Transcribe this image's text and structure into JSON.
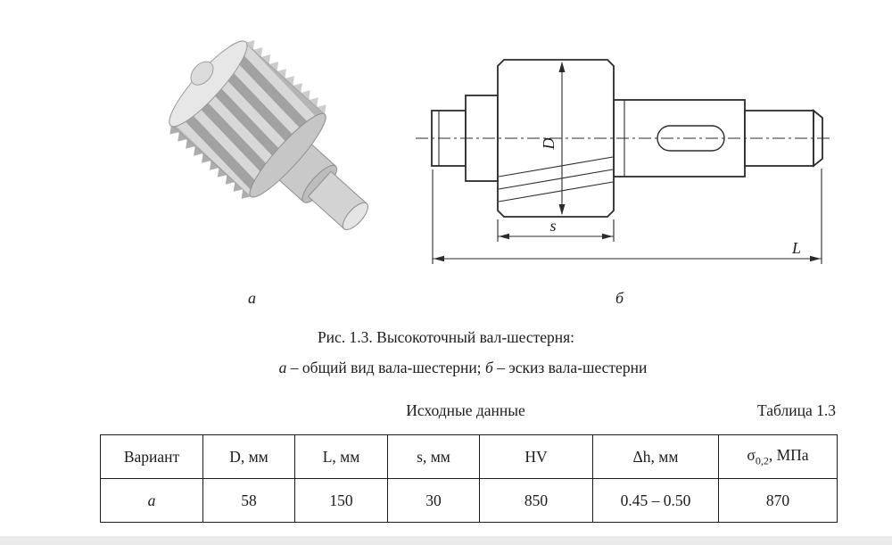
{
  "figure": {
    "label_a": "а",
    "label_b": "б",
    "dims": {
      "D": "D",
      "s": "s",
      "L": "L"
    }
  },
  "caption": {
    "title": "Рис. 1.3. Высокоточный вал-шестерня:",
    "part_a_label": "а",
    "part_a_text": " – общий вид вала-шестерни; ",
    "part_b_label": "б",
    "part_b_text": " – эскиз вала-шестерни"
  },
  "table": {
    "title": "Исходные данные",
    "label": "Таблица 1.3",
    "headers": [
      "Вариант",
      "D, мм",
      "L, мм",
      "s, мм",
      "HV",
      "Δh, мм"
    ],
    "sigma_header": {
      "base": "σ",
      "sub": "0,2",
      "rest": ", МПа"
    },
    "rows": [
      [
        "а",
        "58",
        "150",
        "30",
        "850",
        "0.45 – 0.50",
        "870"
      ]
    ]
  }
}
